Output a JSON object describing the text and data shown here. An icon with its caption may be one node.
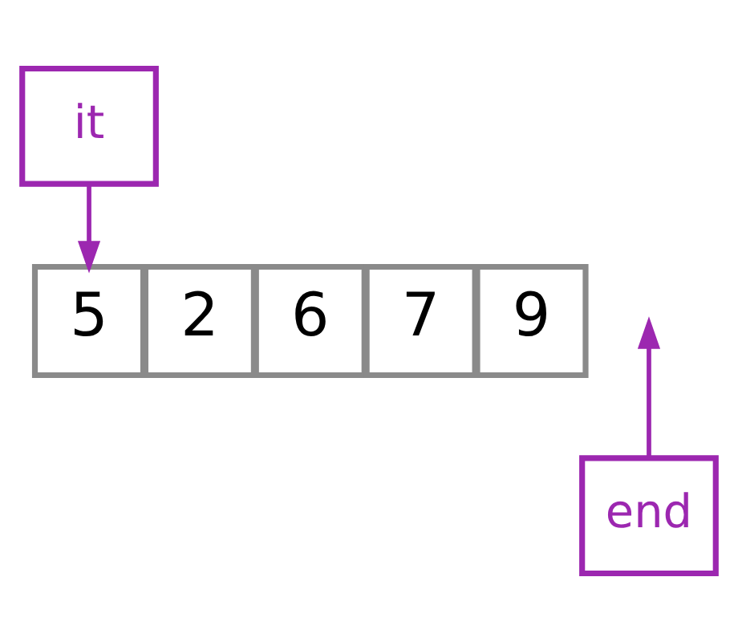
{
  "diagram": {
    "nodes": [
      {
        "text": [
          "it"
        ]
      },
      {
        "text": [
          "5"
        ]
      },
      {
        "text": [
          "2"
        ]
      },
      {
        "text": [
          "6"
        ]
      },
      {
        "text": [
          "7"
        ]
      },
      {
        "text": [
          "9"
        ]
      },
      {
        "text": [
          "end"
        ]
      }
    ],
    "edges": [
      {
        "from": 0,
        "to": 1,
        "arrow": "to"
      },
      {
        "from": 6,
        "to": null,
        "arrow": "to"
      }
    ]
  }
}
